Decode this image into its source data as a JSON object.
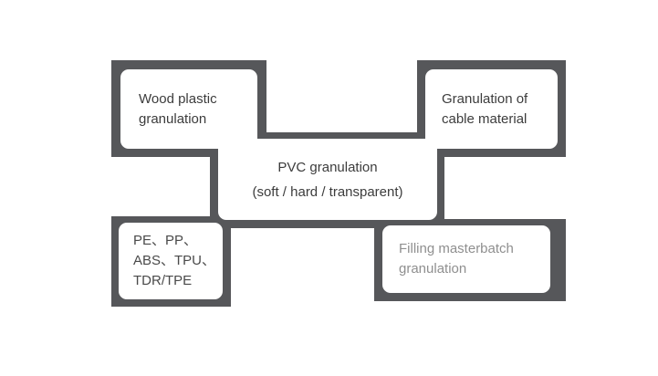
{
  "colors": {
    "connector": "#56575a",
    "node_background": "#ffffff",
    "text_primary": "#3c3c3c",
    "text_muted": "#8f8f8f"
  },
  "nodes": {
    "wood_plastic": {
      "lines": [
        "Wood plastic",
        "granulation"
      ]
    },
    "cable_material": {
      "lines": [
        "Granulation of",
        "cable material"
      ]
    },
    "pvc": {
      "lines": [
        "PVC granulation",
        "(soft / hard / transparent)"
      ]
    },
    "polymers": {
      "lines": [
        "PE、PP、",
        "ABS、TPU、",
        "TDR/TPE"
      ]
    },
    "filling_masterbatch": {
      "lines": [
        "Filling masterbatch",
        "granulation"
      ]
    }
  }
}
